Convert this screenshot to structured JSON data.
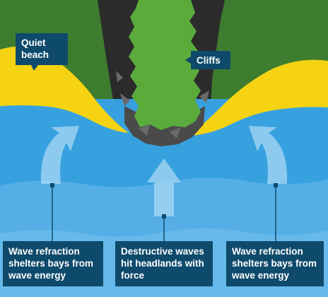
{
  "labels": {
    "quiet_beach": [
      "Quiet",
      "beach"
    ],
    "cliffs": "Cliffs"
  },
  "captions": {
    "left": [
      "Wave refraction",
      "shelters bays from",
      "wave energy"
    ],
    "middle": [
      "Destructive waves",
      "hit headlands with",
      "force"
    ],
    "right": [
      "Wave refraction",
      "shelters bays from",
      "wave energy"
    ]
  },
  "colors": {
    "land": "#3e7d2f",
    "beach": "#f5d313",
    "cliff_rock": "#2b2b2b",
    "headland_top": "#5aab3c",
    "sea_near": "#37a1e0",
    "sea_mid": "#55aee6",
    "sea_far": "#66b9ea",
    "wave_arrow": "#a9d8f4",
    "label_box": "#0e4a6b"
  }
}
